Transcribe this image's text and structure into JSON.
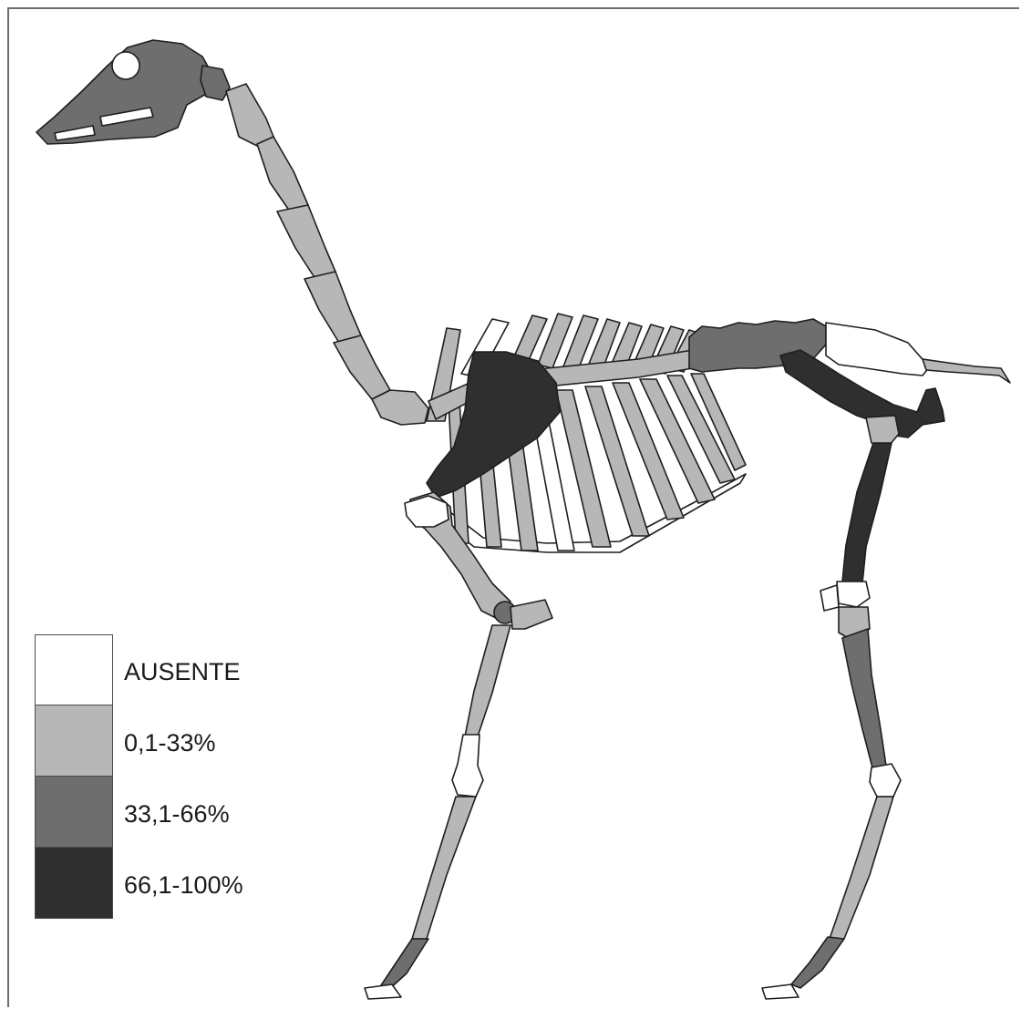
{
  "colors": {
    "absent": "#ffffff",
    "low": "#b7b7b7",
    "medium": "#6e6e6e",
    "high": "#2f2f2f",
    "outline": "#1e1e1e"
  },
  "legend": {
    "items": [
      {
        "label": "AUSENTE",
        "color": "#ffffff"
      },
      {
        "label": "0,1-33%",
        "color": "#b7b7b7"
      },
      {
        "label": "33,1-66%",
        "color": "#6e6e6e"
      },
      {
        "label": "66,1-100%",
        "color": "#2f2f2f"
      }
    ]
  }
}
